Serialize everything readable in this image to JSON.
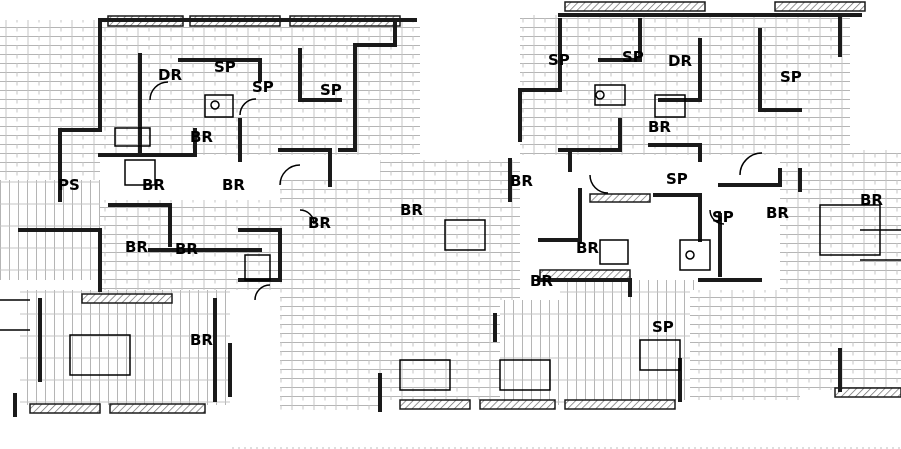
{
  "canvas": {
    "background": "#ffffff"
  },
  "colors": {
    "ink": "#000000",
    "wall": "#1a1a1a",
    "wall_fill": "#5a5a5a",
    "hatch": "#8a8a8a",
    "floor_line": "#b5b5b5",
    "dotted": "#bdbdbd"
  },
  "plan": {
    "room_labels": [
      "DR",
      "SP",
      "SP",
      "SP",
      "BR",
      "PS",
      "BR",
      "BR",
      "BR",
      "BR",
      "BR",
      "BR",
      "BR",
      "SP",
      "SP",
      "DR",
      "SP",
      "BR",
      "BR",
      "SP",
      "BR",
      "SP",
      "BR",
      "BR",
      "BR",
      "SP"
    ]
  }
}
